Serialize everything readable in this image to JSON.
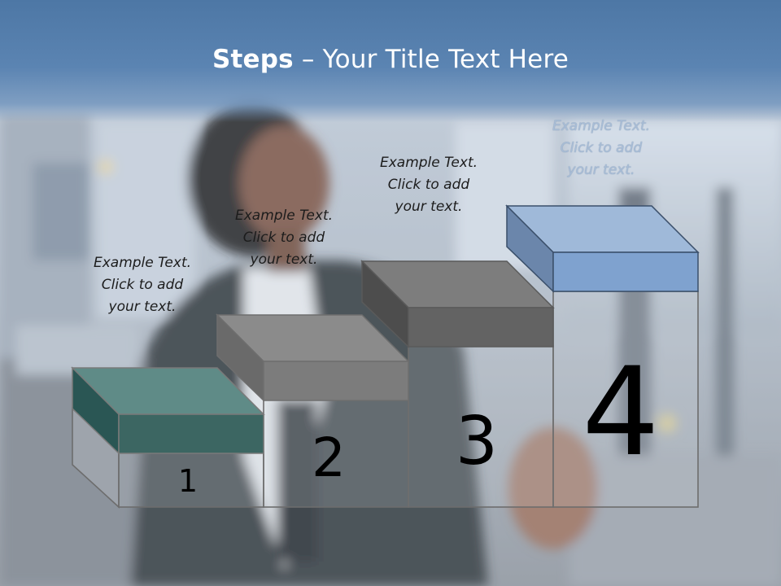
{
  "slide": {
    "title_bold": "Steps",
    "title_rest": " – Your Title Text Here"
  },
  "steps": [
    {
      "number": "1",
      "line1": "Example Text.",
      "line2": "Click  to add",
      "line3": "your text.",
      "color": "#2f5b57"
    },
    {
      "number": "2",
      "line1": "Example Text.",
      "line2": "Click  to add",
      "line3": "your text.",
      "color": "#7f7f7f"
    },
    {
      "number": "3",
      "line1": "Example Text.",
      "line2": "Click  to add",
      "line3": "your text.",
      "color": "#6b6b6b"
    },
    {
      "number": "4",
      "line1": "Example Text.",
      "line2": "Click  to add",
      "line3": "your text.",
      "color": "#6f94c3"
    }
  ]
}
